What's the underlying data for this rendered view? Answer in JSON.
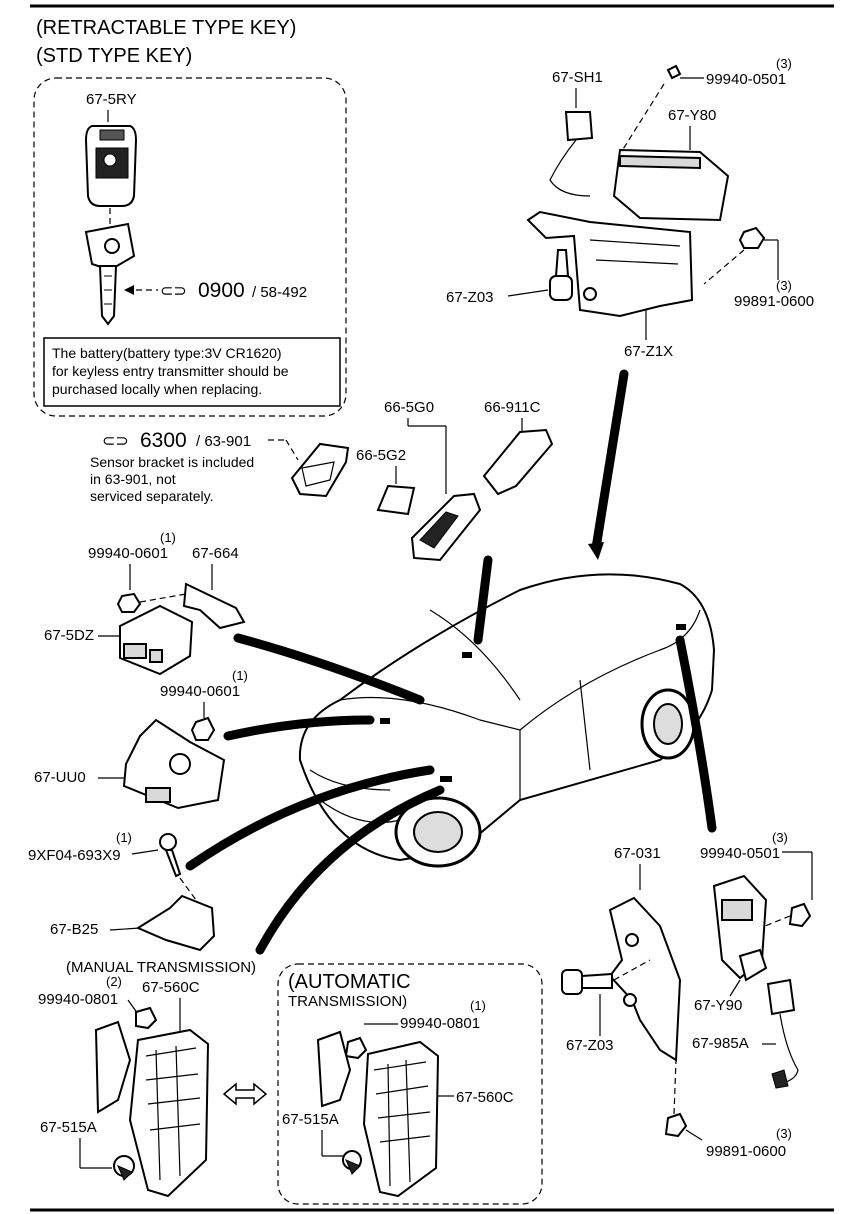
{
  "headings": {
    "retractable": "(RETRACTABLE TYPE KEY)",
    "std": "(STD TYPE KEY)",
    "manual": "(MANUAL TRANSMISSION)",
    "automatic_line1": "(AUTOMATIC",
    "automatic_line2": "TRANSMISSION)"
  },
  "key_section": {
    "key_part": "67-5RY",
    "ref_main": "0900",
    "ref_sub": "/ 58-492",
    "battery_note": [
      "The battery(battery type:3V CR1620)",
      "for keyless entry transmitter should be",
      "purchased locally when replacing."
    ]
  },
  "sensor_section": {
    "ref_main": "6300",
    "ref_sub": "/ 63-901",
    "note": [
      "Sensor bracket is included",
      "in  63-901, not",
      "serviced separately."
    ],
    "parts": [
      "66-5G0",
      "66-5G2",
      "66-911C"
    ]
  },
  "parts": {
    "p67SH1": "67-SH1",
    "p99940_0501_top": "99940-0501",
    "q3_a": "(3)",
    "p67Y80": "67-Y80",
    "p67Z03_top": "67-Z03",
    "p99891_0600_top": "99891-0600",
    "q3_b": "(3)",
    "p67Z1X": "67-Z1X",
    "p99940_0601_a": "99940-0601",
    "q1_a": "(1)",
    "p67_664": "67-664",
    "p67_5DZ": "67-5DZ",
    "p99940_0601_b": "99940-0601",
    "q1_b": "(1)",
    "p67UU0": "67-UU0",
    "p9XF04": "9XF04-693X9",
    "q1_c": "(1)",
    "p67B25": "67-B25",
    "p99940_0801_a": "99940-0801",
    "q2": "(2)",
    "p67_560C_a": "67-560C",
    "p67_515A_a": "67-515A",
    "p99940_0801_b": "99940-0801",
    "q1_d": "(1)",
    "p67_560C_b": "67-560C",
    "p67_515A_b": "67-515A",
    "p67_031": "67-031",
    "p99940_0501_bot": "99940-0501",
    "q3_c": "(3)",
    "p67Y90": "67-Y90",
    "p67Z03_bot": "67-Z03",
    "p67_985A": "67-985A",
    "p99891_0600_bot": "99891-0600",
    "q3_d": "(3)"
  }
}
